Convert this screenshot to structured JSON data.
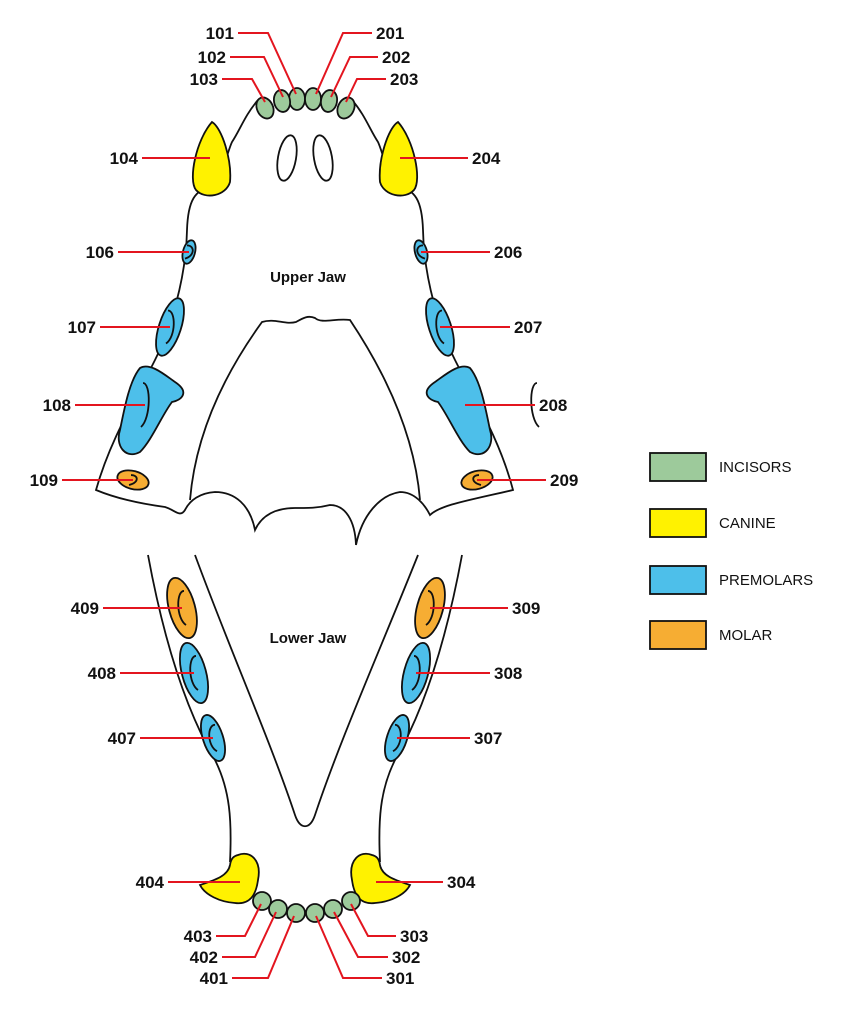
{
  "colors": {
    "incisors": "#9dca9b",
    "canine": "#fff200",
    "premolars": "#4dbfea",
    "molar": "#f6ad33",
    "leader": "#e3151f"
  },
  "jaw_labels": {
    "upper": "Upper Jaw",
    "lower": "Lower Jaw"
  },
  "legend": [
    {
      "key": "incisors",
      "label": "INCISORS"
    },
    {
      "key": "canine",
      "label": "CANINE"
    },
    {
      "key": "premolars",
      "label": "PREMOLARS"
    },
    {
      "key": "molar",
      "label": "MOLAR"
    }
  ],
  "teeth": [
    {
      "id": "101",
      "type": "incisors"
    },
    {
      "id": "102",
      "type": "incisors"
    },
    {
      "id": "103",
      "type": "incisors"
    },
    {
      "id": "201",
      "type": "incisors"
    },
    {
      "id": "202",
      "type": "incisors"
    },
    {
      "id": "203",
      "type": "incisors"
    },
    {
      "id": "104",
      "type": "canine"
    },
    {
      "id": "204",
      "type": "canine"
    },
    {
      "id": "106",
      "type": "premolars"
    },
    {
      "id": "206",
      "type": "premolars"
    },
    {
      "id": "107",
      "type": "premolars"
    },
    {
      "id": "207",
      "type": "premolars"
    },
    {
      "id": "108",
      "type": "premolars"
    },
    {
      "id": "208",
      "type": "premolars"
    },
    {
      "id": "109",
      "type": "molar"
    },
    {
      "id": "209",
      "type": "molar"
    },
    {
      "id": "409",
      "type": "molar"
    },
    {
      "id": "309",
      "type": "molar"
    },
    {
      "id": "408",
      "type": "premolars"
    },
    {
      "id": "308",
      "type": "premolars"
    },
    {
      "id": "407",
      "type": "premolars"
    },
    {
      "id": "307",
      "type": "premolars"
    },
    {
      "id": "404",
      "type": "canine"
    },
    {
      "id": "304",
      "type": "canine"
    },
    {
      "id": "403",
      "type": "incisors"
    },
    {
      "id": "402",
      "type": "incisors"
    },
    {
      "id": "401",
      "type": "incisors"
    },
    {
      "id": "301",
      "type": "incisors"
    },
    {
      "id": "302",
      "type": "incisors"
    },
    {
      "id": "303",
      "type": "incisors"
    }
  ]
}
